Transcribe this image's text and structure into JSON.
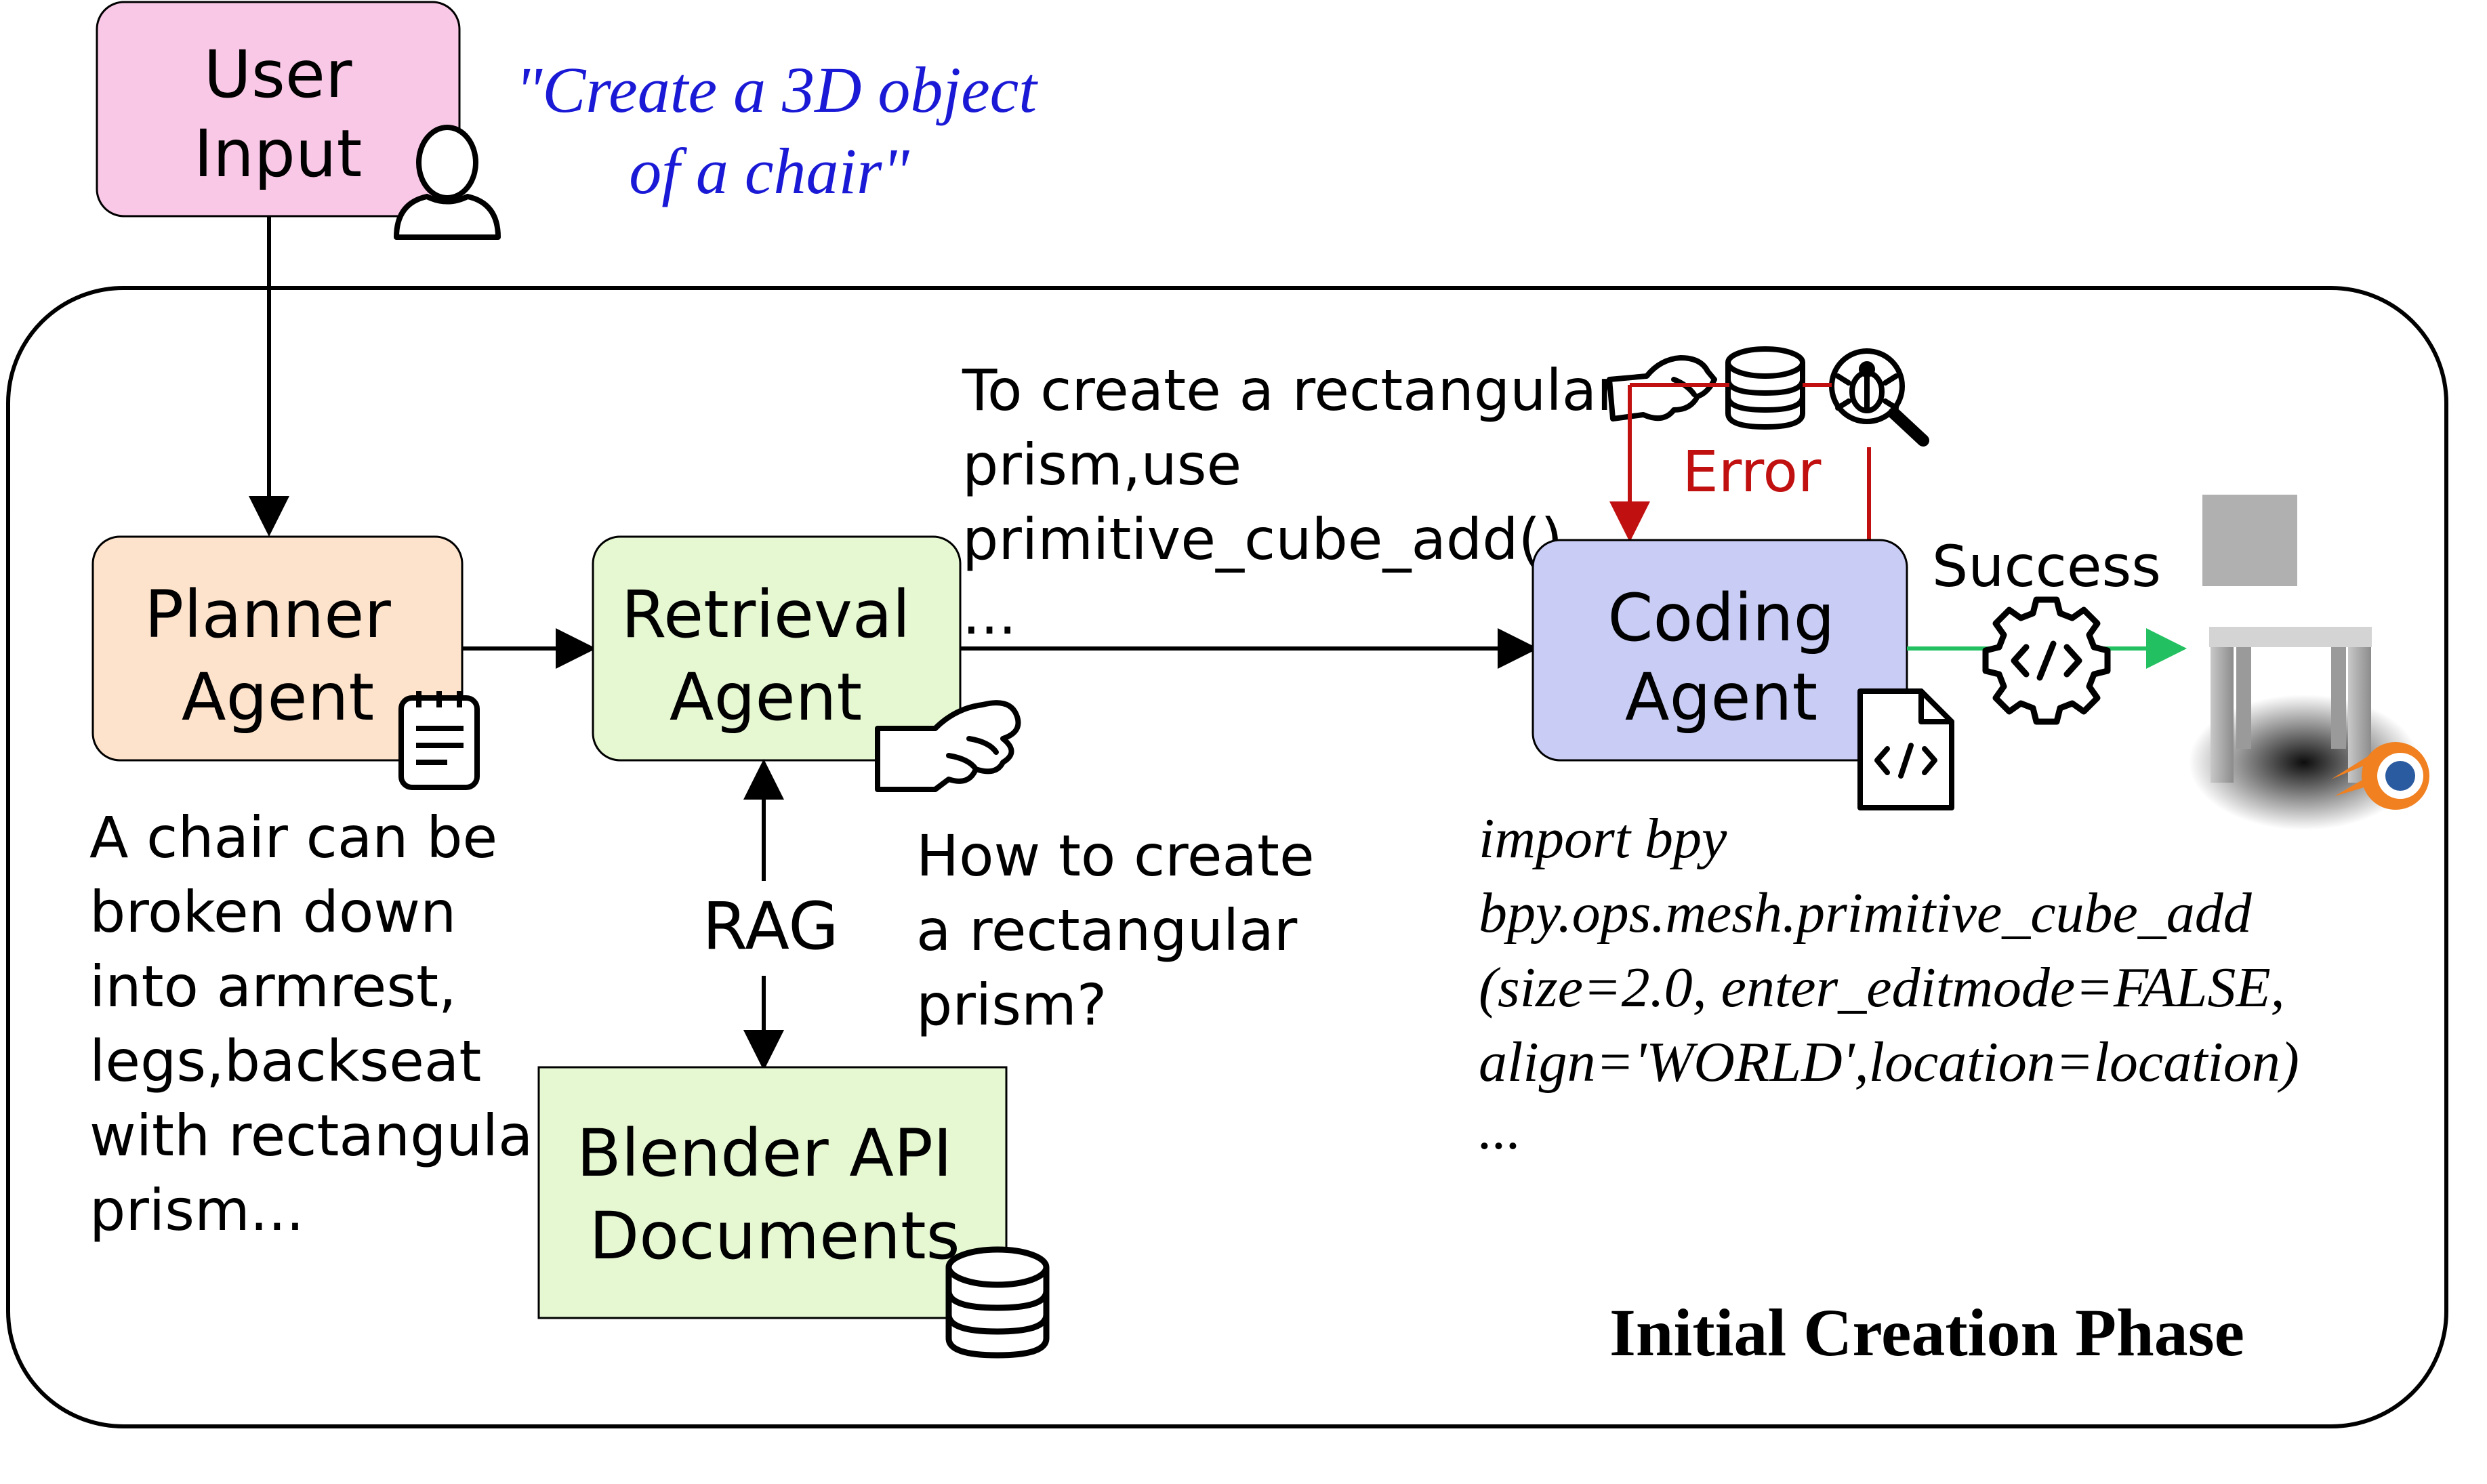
{
  "user_input": {
    "label_line1": "User",
    "label_line2": "Input",
    "quote_line1": "\"Create a 3D object",
    "quote_line2": "of a chair\""
  },
  "planner": {
    "label_line1": "Planner",
    "label_line2": "Agent",
    "output_lines": [
      "A chair can be",
      "broken down",
      "into armrest,",
      "legs,backseat",
      "with rectangular",
      "prism..."
    ]
  },
  "retrieval": {
    "label_line1": "Retrieval",
    "label_line2": "Agent",
    "question_lines": [
      "How to create",
      "a rectangular",
      "prism?"
    ],
    "answer_lines": [
      "To create a rectangular",
      "prism,use",
      "primitive_cube_add()",
      "..."
    ],
    "rag_label": "RAG"
  },
  "docs": {
    "label_line1": "Blender API",
    "label_line2": "Documents"
  },
  "coding": {
    "label_line1": "Coding",
    "label_line2": "Agent",
    "error_label": "Error",
    "success_label": "Success",
    "code_lines": [
      "import bpy",
      "bpy.ops.mesh.primitive_cube_add",
      "(size=2.0, enter_editmode=FALSE,",
      "align='WORLD',location=location)",
      "..."
    ]
  },
  "phase_label": "Initial Creation Phase",
  "colors": {
    "user_box": "#f9c8e6",
    "planner_box": "#fde3cb",
    "retrieval_box": "#e6f8d2",
    "docs_box": "#e6f8d2",
    "coding_box": "#c9cdf5",
    "error_line": "#c01010",
    "success_line": "#22c060",
    "quote_text": "#1a1ad6"
  },
  "icons": [
    "user-icon",
    "notepad-icon",
    "hand-icon",
    "database-icon",
    "bug-search-icon",
    "code-file-icon",
    "gear-code-icon",
    "blender-logo-icon",
    "chair-render-icon"
  ]
}
